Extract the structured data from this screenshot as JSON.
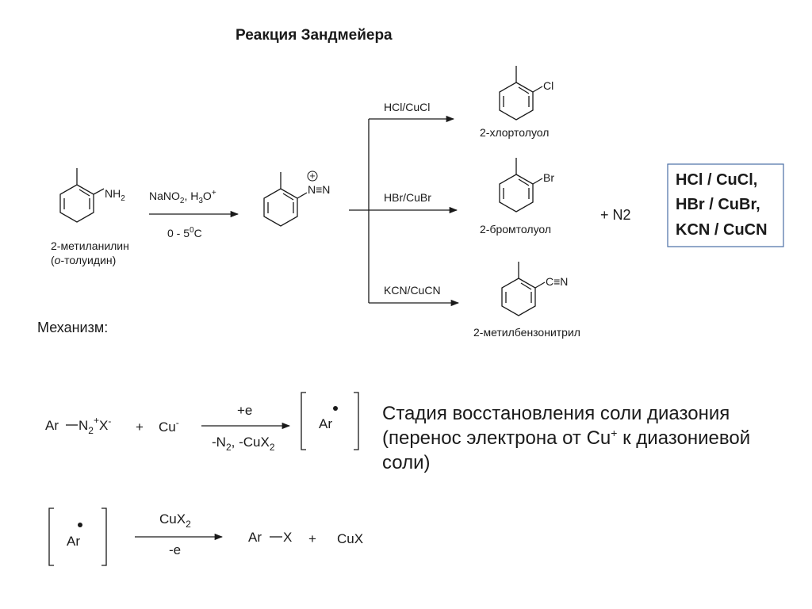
{
  "title": "Реакция Зандмейера",
  "reactant": {
    "substituent": "NH",
    "substituent_sub": "2",
    "name_line1": "2-метиланилин",
    "name_prefix": "(",
    "name_italic": "о",
    "name_rest": "-толуидин)"
  },
  "step1": {
    "reagent_na": "NaNO",
    "reagent_na_sub": "2",
    "reagent_h": ", H",
    "reagent_h_sub": "3",
    "reagent_o": "O",
    "reagent_plus": "+",
    "condition_text": "0 - 5",
    "condition_sup": "0",
    "condition_unit": "C"
  },
  "diazonium": {
    "charge": "+",
    "group": "N≡N"
  },
  "branches": [
    {
      "reagent": "HCl/CuCl",
      "substituent": "Cl",
      "product": "2-хлортолуол"
    },
    {
      "reagent": "HBr/CuBr",
      "substituent": "Br",
      "product": "2-бромтолуол"
    },
    {
      "reagent": "KCN/CuCN",
      "substituent": "C≡N",
      "product": "2-метилбензонитрил"
    }
  ],
  "byproduct": "+ N2",
  "summary_box": [
    "HCl / CuCl,",
    "HBr / CuBr,",
    "KCN / CuCN"
  ],
  "mechanism_label": "Механизм:",
  "mech1": {
    "ar": "Ar",
    "n2": "N",
    "n2_sub": "2",
    "n2_sup": "+",
    "x": "X",
    "x_sup": "-",
    "plus": "+",
    "cu": "Cu",
    "cu_sup": "-",
    "above": "+e",
    "below_1": "-N",
    "below_1_sub": "2",
    "below_2": ", -CuX",
    "below_2_sub": "2",
    "radical": "Ar"
  },
  "stage_text": [
    "Стадия восстановления соли диазония",
    "(перенос электрона от Cu",
    "+",
    " к диазониевой",
    "соли)"
  ],
  "mech2": {
    "radical": "Ar",
    "above": "CuX",
    "above_sub": "2",
    "below": "-e",
    "product_ar": "Ar",
    "product_x": "X",
    "plus": "+",
    "cux": "CuX"
  }
}
